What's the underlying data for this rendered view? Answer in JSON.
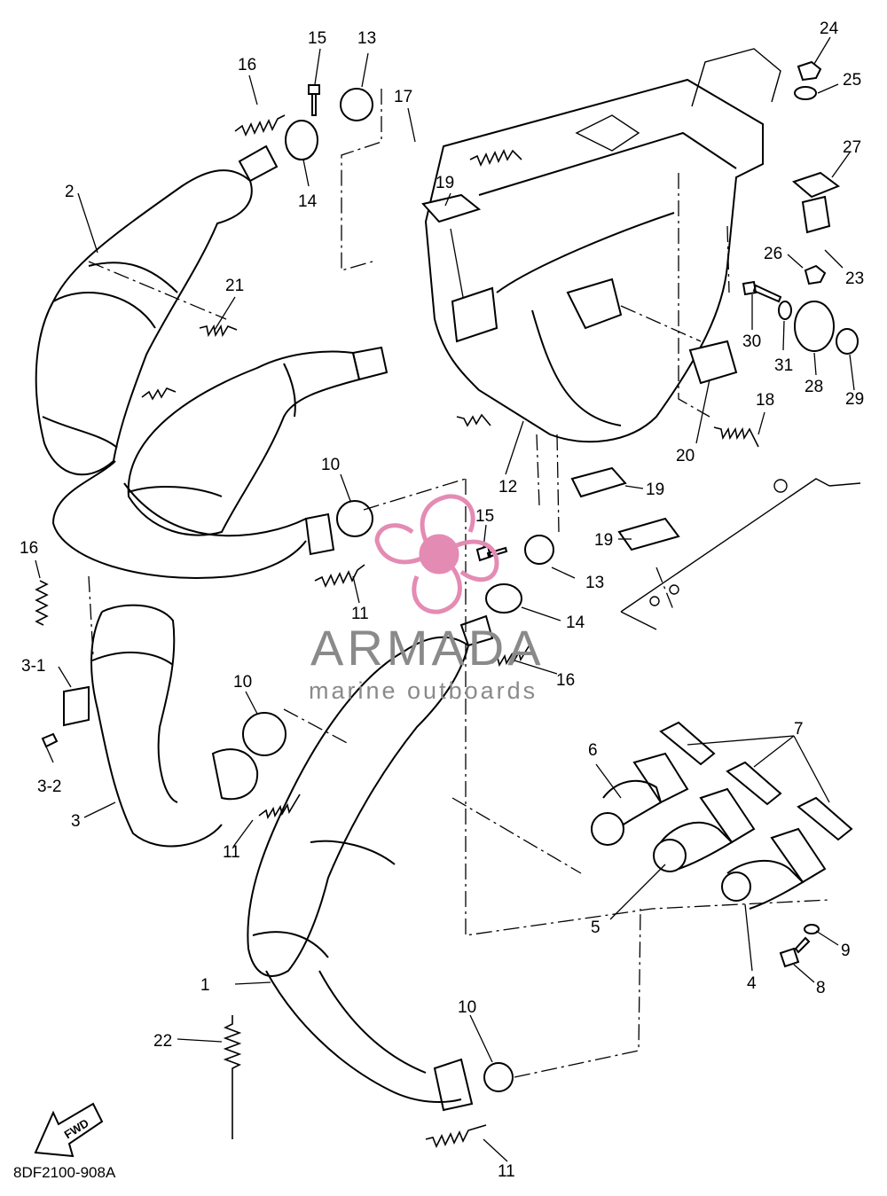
{
  "diagram": {
    "code": "8DF2100-908A",
    "fwd_label": "FWD",
    "watermark": {
      "title": "ARMADA",
      "subtitle": "marine outboards",
      "logo_color": "#e48bb4"
    },
    "callouts": [
      {
        "id": "c1",
        "text": "1"
      },
      {
        "id": "c2",
        "text": "2"
      },
      {
        "id": "c3",
        "text": "3"
      },
      {
        "id": "c3-1",
        "text": "3-1"
      },
      {
        "id": "c3-2",
        "text": "3-2"
      },
      {
        "id": "c4",
        "text": "4"
      },
      {
        "id": "c5",
        "text": "5"
      },
      {
        "id": "c6",
        "text": "6"
      },
      {
        "id": "c7",
        "text": "7"
      },
      {
        "id": "c8",
        "text": "8"
      },
      {
        "id": "c9",
        "text": "9"
      },
      {
        "id": "c10a",
        "text": "10"
      },
      {
        "id": "c10b",
        "text": "10"
      },
      {
        "id": "c10c",
        "text": "10"
      },
      {
        "id": "c11a",
        "text": "11"
      },
      {
        "id": "c11b",
        "text": "11"
      },
      {
        "id": "c11c",
        "text": "11"
      },
      {
        "id": "c12",
        "text": "12"
      },
      {
        "id": "c13a",
        "text": "13"
      },
      {
        "id": "c13b",
        "text": "13"
      },
      {
        "id": "c14a",
        "text": "14"
      },
      {
        "id": "c14b",
        "text": "14"
      },
      {
        "id": "c15a",
        "text": "15"
      },
      {
        "id": "c15b",
        "text": "15"
      },
      {
        "id": "c16a",
        "text": "16"
      },
      {
        "id": "c16b",
        "text": "16"
      },
      {
        "id": "c16c",
        "text": "16"
      },
      {
        "id": "c17",
        "text": "17"
      },
      {
        "id": "c18",
        "text": "18"
      },
      {
        "id": "c19a",
        "text": "19"
      },
      {
        "id": "c19b",
        "text": "19"
      },
      {
        "id": "c19c",
        "text": "19"
      },
      {
        "id": "c20",
        "text": "20"
      },
      {
        "id": "c21",
        "text": "21"
      },
      {
        "id": "c22",
        "text": "22"
      },
      {
        "id": "c23",
        "text": "23"
      },
      {
        "id": "c24",
        "text": "24"
      },
      {
        "id": "c25",
        "text": "25"
      },
      {
        "id": "c26",
        "text": "26"
      },
      {
        "id": "c27",
        "text": "27"
      },
      {
        "id": "c28",
        "text": "28"
      },
      {
        "id": "c29",
        "text": "29"
      },
      {
        "id": "c30",
        "text": "30"
      },
      {
        "id": "c31",
        "text": "31"
      }
    ]
  }
}
